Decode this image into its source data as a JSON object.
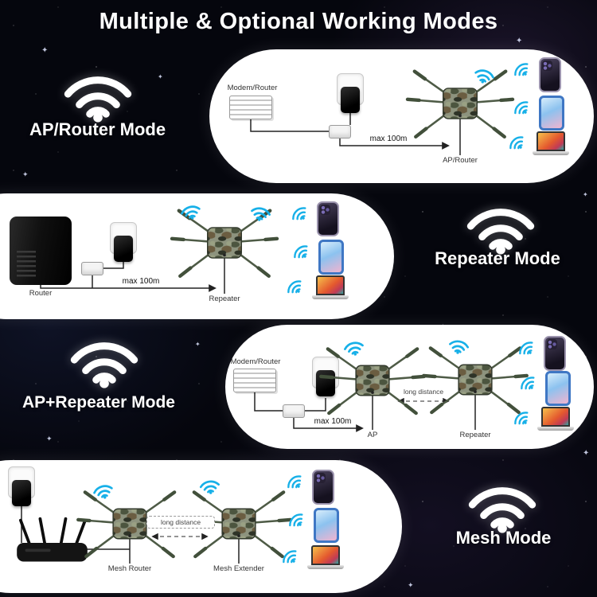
{
  "title": "Multiple & Optional Working Modes",
  "colors": {
    "background": "#05060d",
    "panel": "#ffffff",
    "wifi_white": "#ffffff",
    "wifi_blue": "#17b0e8",
    "antenna_green": "#4e5b46",
    "cable": "#222222"
  },
  "icons": {
    "star": "✦",
    "wifi_signal": "three-arcs-with-dot",
    "antenna_device": "camo-box-six-antennas",
    "wall_plug": "outlet-plate-with-black-adapter",
    "poe_injector": "small-white-box",
    "smartphone": "dark-phone-with-camera",
    "tablet": "blue-frame-tablet",
    "laptop": "orange-screen-laptop"
  },
  "sections": [
    {
      "id": "ap-router",
      "mode_label": "AP/Router Mode",
      "labels": {
        "source": "Modem/Router",
        "distance": "max 100m",
        "device": "AP/Router"
      }
    },
    {
      "id": "repeater",
      "mode_label": "Repeater Mode",
      "labels": {
        "source": "Router",
        "distance": "max 100m",
        "device": "Repeater"
      }
    },
    {
      "id": "ap-repeater",
      "mode_label": "AP+Repeater Mode",
      "labels": {
        "source": "Modem/Router",
        "distance": "max 100m",
        "device1": "AP",
        "long_distance": "long distance",
        "device2": "Repeater"
      }
    },
    {
      "id": "mesh",
      "mode_label": "Mesh Mode",
      "labels": {
        "device1": "Mesh Router",
        "long_distance": "long distance",
        "device2": "Mesh Extender"
      }
    }
  ]
}
